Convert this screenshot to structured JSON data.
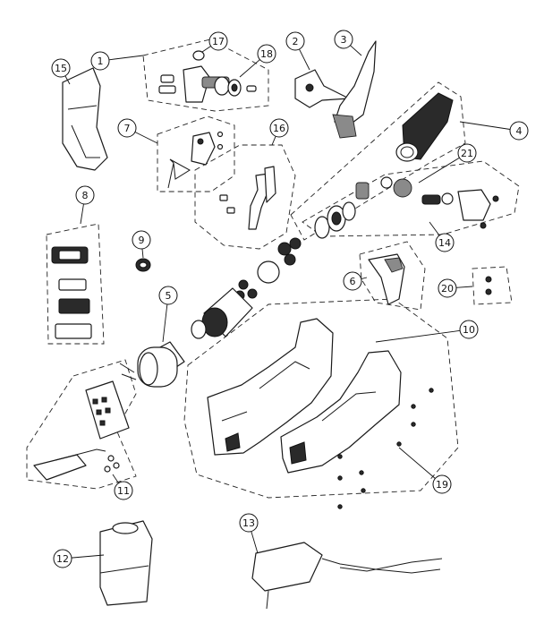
{
  "diagram": {
    "callouts": [
      "1",
      "2",
      "3",
      "4",
      "5",
      "6",
      "7",
      "8",
      "9",
      "10",
      "11",
      "12",
      "13",
      "14",
      "15",
      "16",
      "17",
      "18",
      "19",
      "20",
      "21"
    ]
  },
  "colors": {
    "ink": "#1a1a1a",
    "dark_part": "#2a2a2a",
    "mid_part": "#8a8a8a",
    "background": "#ffffff"
  }
}
